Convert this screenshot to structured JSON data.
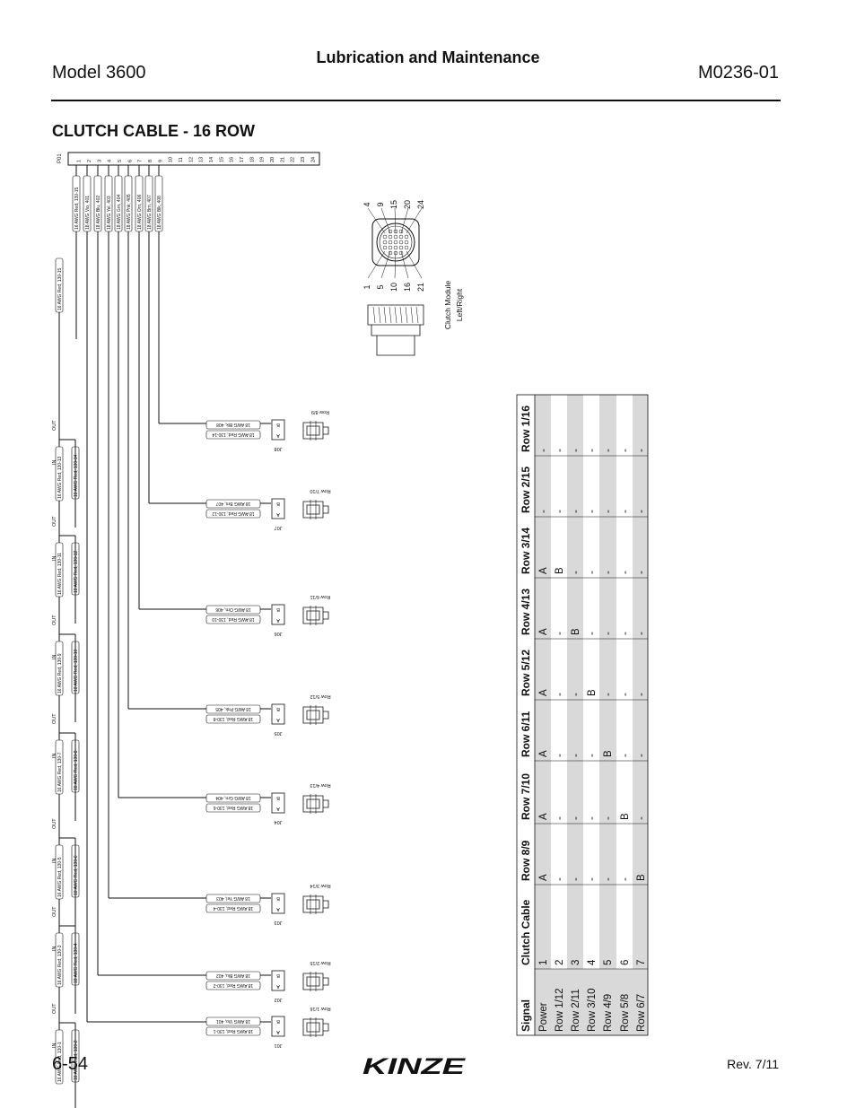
{
  "header": {
    "model": "Model 3600",
    "section": "Lubrication and Maintenance",
    "doc_number": "M0236-01"
  },
  "title": "CLUTCH CABLE - 16 ROW",
  "footer": {
    "page_number": "6-54",
    "revision": "Rev. 7/11",
    "logo_text": "KINZE"
  },
  "pin_header": {
    "label": "P01",
    "pins": [
      "1",
      "2",
      "3",
      "4",
      "5",
      "6",
      "7",
      "8",
      "9",
      "10",
      "11",
      "12",
      "13",
      "14",
      "15",
      "16",
      "17",
      "18",
      "19",
      "20",
      "21",
      "22",
      "23",
      "24"
    ]
  },
  "trunk_wires": [
    "16 AWG Red, 130-15",
    "18 AWG Vio, 401",
    "18 AWG Blu, 402",
    "18 AWG Yel, 403",
    "18 AWG Grn, 404",
    "18 AWG Pnk, 405",
    "18 AWG Orn, 406",
    "18 AWG Brn, 407",
    "18 AWG Blk, 408"
  ],
  "daisy_chain": [
    {
      "in_label": "16 AWG Red, 130-1",
      "out_label": "18 AWG Red, 130-2"
    },
    {
      "in_label": "16 AWG Red, 130-3",
      "out_label": "18 AWG Red, 130-4"
    },
    {
      "in_label": "16 AWG Red, 130-5",
      "out_label": "18 AWG Red, 130-6"
    },
    {
      "in_label": "16 AWG Red, 130-7",
      "out_label": "18 AWG Red, 130-8"
    },
    {
      "in_label": "16 AWG Red, 130-9",
      "out_label": "18 AWG Red, 130-10"
    },
    {
      "in_label": "16 AWG Red, 130-11",
      "out_label": "18 AWG Red, 130-12"
    },
    {
      "in_label": "16 AWG Red, 130-13",
      "out_label": "18 AWG Red, 130-14"
    },
    {
      "in_label": "16 AWG Red, 130-15",
      "out_label": ""
    }
  ],
  "in_text": "IN",
  "out_text": "OUT",
  "connectors": [
    {
      "id": "J08",
      "wire_b": "18 AWG Blk, 408",
      "wire_a": "18 AWG Red, 130-14",
      "row": "Row 8/9"
    },
    {
      "id": "J07",
      "wire_b": "18 AWG Brn, 407",
      "wire_a": "18 AWG Red, 130-12",
      "row": "Row 7/10"
    },
    {
      "id": "J06",
      "wire_b": "18 AWG Orn, 406",
      "wire_a": "18 AWG Red, 130-10",
      "row": "Row 6/11"
    },
    {
      "id": "J05",
      "wire_b": "18 AWG Pnk, 405",
      "wire_a": "18 AWG Red, 130-8",
      "row": "Row 5/12"
    },
    {
      "id": "J04",
      "wire_b": "18 AWG Grn, 404",
      "wire_a": "18 AWG Red, 130-6",
      "row": "Row 4/13"
    },
    {
      "id": "J03",
      "wire_b": "18 AWG Yel, 403",
      "wire_a": "18 AWG Red, 130-4",
      "row": "Row 3/14"
    },
    {
      "id": "J02",
      "wire_b": "18 AWG Blu, 402",
      "wire_a": "18 AWG Red, 130-2",
      "row": "Row 2/15"
    },
    {
      "id": "J01",
      "wire_b": "18 AWG Vio, 401",
      "wire_a": "18 AWG Red, 130-1",
      "row": "Row 1/16"
    }
  ],
  "pin_letters": {
    "b": "B",
    "a": "A"
  },
  "module": {
    "label_line1": "Clutch Module",
    "label_line2": "Left/Right",
    "pins_top": [
      "4",
      "9",
      "15",
      "20",
      "24"
    ],
    "pins_bottom": [
      "1",
      "5",
      "10",
      "16",
      "21"
    ]
  },
  "table": {
    "headers": [
      "Signal",
      "Clutch Cable",
      "Row 8/9",
      "Row 7/10",
      "Row 6/11",
      "Row 5/12",
      "Row 4/13",
      "Row 3/14",
      "Row 2/15",
      "Row 1/16"
    ],
    "rows": [
      [
        "Power",
        "1",
        "A",
        "A",
        "A",
        "A",
        "A",
        "A",
        "-",
        "-"
      ],
      [
        "Row 1/12",
        "2",
        "-",
        "-",
        "-",
        "-",
        "-",
        "B",
        "-",
        "-"
      ],
      [
        "Row 2/11",
        "3",
        "-",
        "-",
        "-",
        "-",
        "B",
        "-",
        "-",
        "-"
      ],
      [
        "Row 3/10",
        "4",
        "-",
        "-",
        "-",
        "B",
        "-",
        "-",
        "-",
        "-"
      ],
      [
        "Row 4/9",
        "5",
        "-",
        "-",
        "B",
        "-",
        "-",
        "-",
        "-",
        "-"
      ],
      [
        "Row 5/8",
        "6",
        "-",
        "B",
        "-",
        "-",
        "-",
        "-",
        "-",
        "-"
      ],
      [
        "Row 6/7",
        "7",
        "B",
        "-",
        "-",
        "-",
        "-",
        "-",
        "-",
        "-"
      ]
    ]
  },
  "colors": {
    "ink": "#111111",
    "shade": "#d9d9d9",
    "accent": "#000000"
  }
}
